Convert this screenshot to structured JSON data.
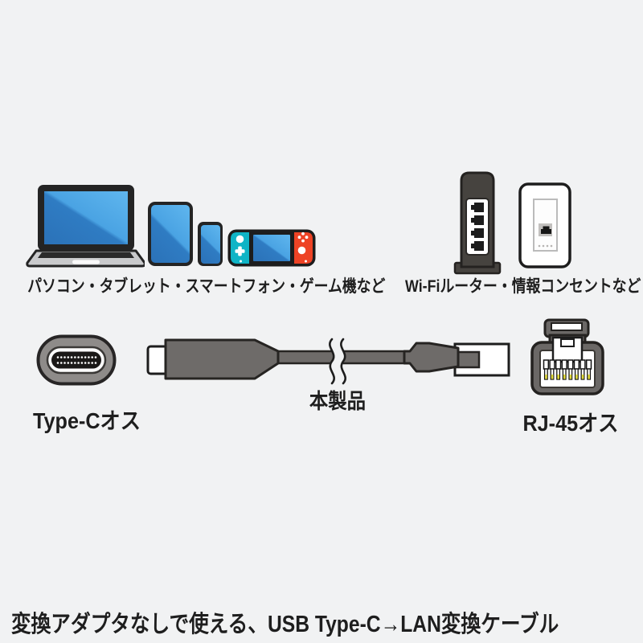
{
  "illustration": {
    "top": {
      "devices_caption": "パソコン・タブレット・スマートフォン・ゲーム機など",
      "devices_icons": [
        "laptop-icon",
        "tablet-icon",
        "smartphone-icon",
        "game-console-icon"
      ],
      "network_caption": "Wi-Fiルーター・情報コンセントなど",
      "network_icons": [
        "wifi-router-icon",
        "lan-wall-outlet-icon"
      ]
    },
    "middle": {
      "left_connector_label": "Type-Cオス",
      "product_label": "本製品",
      "right_connector_label": "RJ-45オス"
    },
    "footer": {
      "headline": "変換アダプタなしで使える、USB Type-C→LAN変換ケーブル"
    },
    "colors": {
      "background": "#f1f2f3",
      "outline": "#1d1d1d",
      "screen_blue_dark": "#2e77bd",
      "screen_blue_light": "#55ade8",
      "connector_gray": "#6e6b69",
      "silver": "#c9cacc",
      "joycon_teal": "#0fb4c6",
      "joycon_red": "#ee4325",
      "pin_yellow": "#ded73a",
      "router_body": "#46433f"
    }
  }
}
